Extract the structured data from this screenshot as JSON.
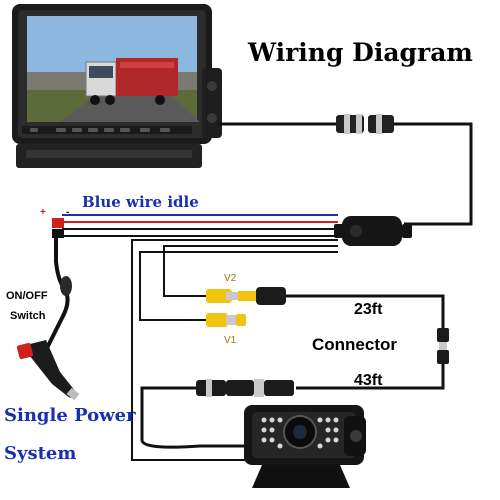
{
  "diagram": {
    "title": "Wiring Diagram",
    "blue_wire_note": "Blue wire idle",
    "switch_label_1": "ON/OFF",
    "switch_label_2": "Switch",
    "cable_23": "23ft",
    "connector": "Connector",
    "cable_43": "43ft",
    "power_line_1": "Single Power",
    "power_line_2": "System",
    "v2": "V2",
    "v1": "V1",
    "plus": "+",
    "minus": "-"
  },
  "colors": {
    "wire_black": "#111111",
    "wire_red": "#d0201a",
    "wire_blue": "#1a2fb0",
    "rca_yellow": "#f2c40f",
    "label_blue": "#1a2fb0"
  }
}
